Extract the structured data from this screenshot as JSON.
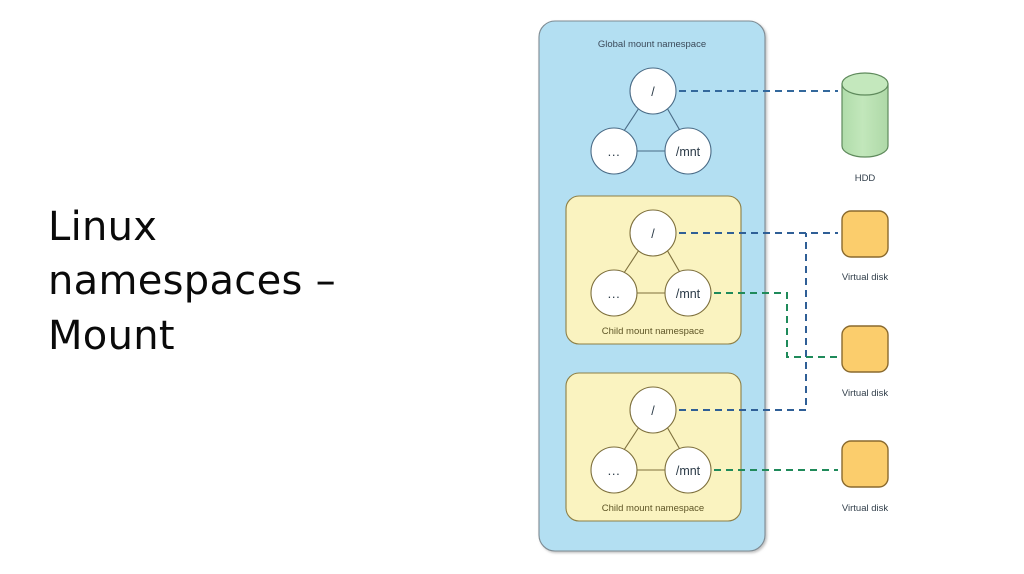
{
  "slide": {
    "title": "Linux\nnamespaces –\nMount"
  },
  "diagram": {
    "global_namespace": {
      "label": "Global mount namespace",
      "nodes": [
        {
          "id": "root",
          "label": "/"
        },
        {
          "id": "ellipsis",
          "label": "..."
        },
        {
          "id": "mnt",
          "label": "/mnt"
        }
      ]
    },
    "child_namespaces": [
      {
        "label": "Child mount namespace",
        "nodes": [
          {
            "id": "root",
            "label": "/"
          },
          {
            "id": "ellipsis",
            "label": "..."
          },
          {
            "id": "mnt",
            "label": "/mnt"
          }
        ]
      },
      {
        "label": "Child mount namespace",
        "nodes": [
          {
            "id": "root",
            "label": "/"
          },
          {
            "id": "ellipsis",
            "label": "..."
          },
          {
            "id": "mnt",
            "label": "/mnt"
          }
        ]
      }
    ],
    "storage": [
      {
        "id": "hdd",
        "label": "HDD",
        "shape": "cylinder"
      },
      {
        "id": "vdisk-1",
        "label": "Virtual disk",
        "shape": "rounded-square"
      },
      {
        "id": "vdisk-2",
        "label": "Virtual disk",
        "shape": "rounded-square"
      },
      {
        "id": "vdisk-3",
        "label": "Virtual disk",
        "shape": "rounded-square"
      }
    ],
    "connections": [
      {
        "from": "global.root",
        "to": "hdd",
        "style": "dashed",
        "color": "#33689c"
      },
      {
        "from": "child1.root",
        "to": "vdisk-1",
        "style": "dashed",
        "color": "#2f5f96"
      },
      {
        "from": "child1.mnt",
        "to": "vdisk-2",
        "style": "dashed",
        "color": "#1f8a5a"
      },
      {
        "from": "child2.root",
        "to": "vdisk-1",
        "style": "dashed",
        "color": "#2f5f96"
      },
      {
        "from": "child2.mnt",
        "to": "vdisk-3",
        "style": "dashed",
        "color": "#1f8a5a"
      }
    ]
  },
  "colors": {
    "global_fill": "#b3dff2",
    "global_stroke": "#7f8c94",
    "child_fill": "#faf3c0",
    "child_stroke": "#8d7f45",
    "node_fill": "#ffffff",
    "global_node_stroke": "#4a6b86",
    "child_node_stroke": "#7d6f3c",
    "hdd_fill": "#b7dfb0",
    "hdd_stroke": "#5f8a5c",
    "vdisk_fill": "#fbcd6c",
    "vdisk_stroke": "#8a6a2e",
    "link_blue": "#2f5f96",
    "link_green": "#1f8a5a",
    "title_color": "#0a0a0a"
  }
}
